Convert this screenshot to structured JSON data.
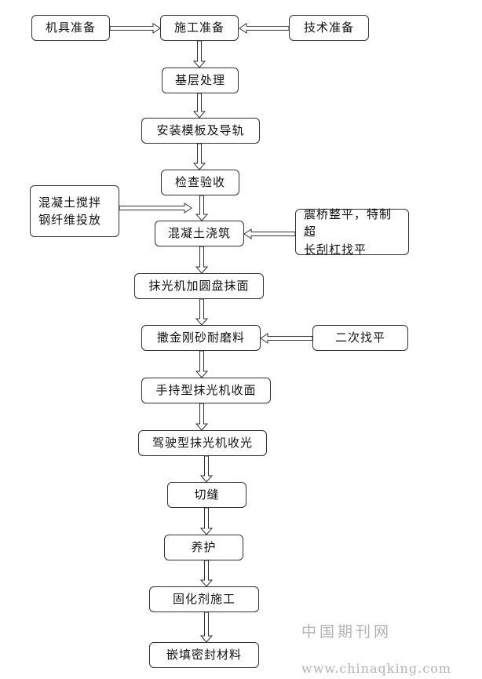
{
  "diagram": {
    "nodes": {
      "jiju": "机具准备",
      "shigong": "施工准备",
      "jishu": "技术准备",
      "jiceng": "基层处理",
      "anzhuang": "安装模板及导轨",
      "jiancha": "检查验收",
      "jiaoban_line1": "混凝土搅拌",
      "jiaoban_line2": "钢纤维投放",
      "jiaozhu": "混凝土浇筑",
      "zhenqiao_line1": "震桥整平，特制超",
      "zhenqiao_line2": "长刮杠找平",
      "moguang1": "抹光机加圆盘抹面",
      "sajin": "撒金刚砂耐磨料",
      "erci": "二次找平",
      "shouchi": "手持型抹光机收面",
      "jiashi": "驾驶型抹光机收光",
      "qiefeng": "切缝",
      "yanghu": "养护",
      "guhua": "固化剂施工",
      "qiantian": "嵌填密封材料"
    }
  },
  "watermark": {
    "site_name": "中国期刊网",
    "url": "www.chinaqking.com"
  }
}
